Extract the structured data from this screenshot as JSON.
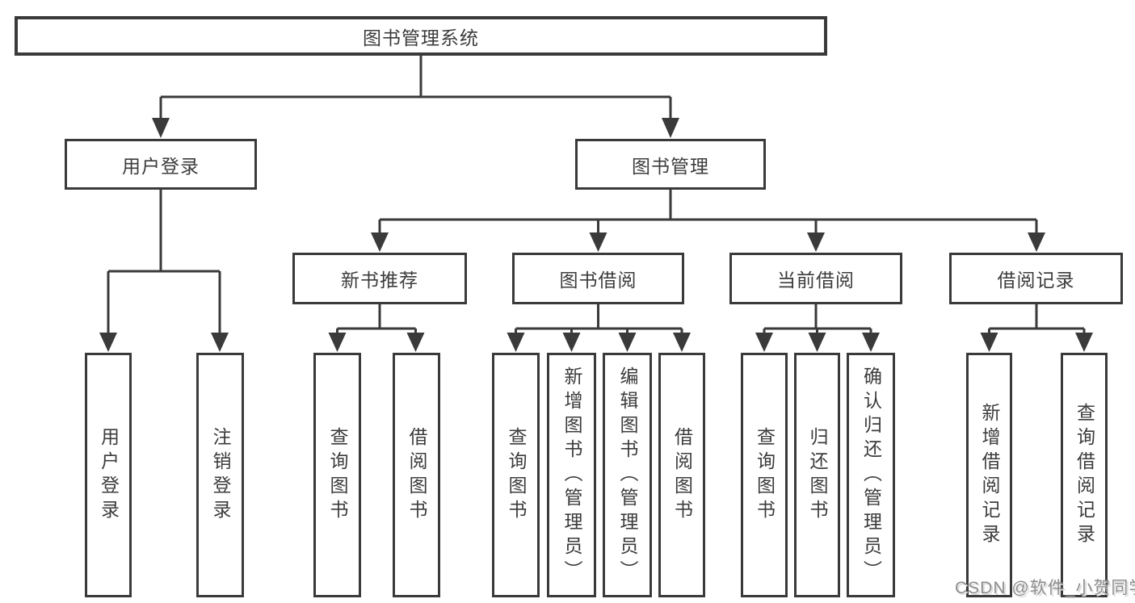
{
  "nodes": {
    "root": "图书管理系统",
    "user_login": "用户登录",
    "book_mgmt": "图书管理",
    "new_books": "新书推荐",
    "book_borrow": "图书借阅",
    "current_borrow": "当前借阅",
    "borrow_records": "借阅记录"
  },
  "leaves": {
    "user_login": [
      "用户登录",
      "注销登录"
    ],
    "new_books": [
      "查询图书",
      "借阅图书"
    ],
    "book_borrow": [
      "查询图书",
      "新增图书（管理员）",
      "编辑图书（管理员）",
      "借阅图书"
    ],
    "current_borrow": [
      "查询图书",
      "归还图书",
      "确认归还（管理员）"
    ],
    "borrow_records": [
      "新增借阅记录",
      "查询借阅记录"
    ]
  },
  "watermark": "CSDN @软件_小贺同学",
  "colors": {
    "line": "#3a3a3a",
    "text": "#3c3c3c",
    "background": "#ffffff",
    "watermark": "#8f8f8f"
  }
}
